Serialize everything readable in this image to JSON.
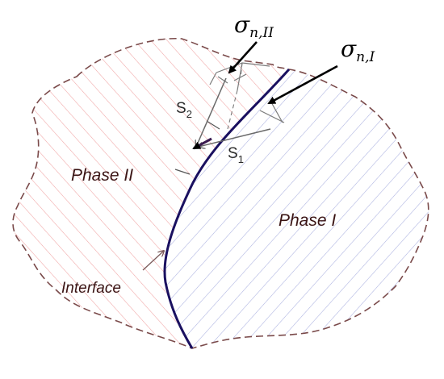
{
  "labels": {
    "phase_ii": "Phase II",
    "phase_i": "Phase I",
    "interface": "Interface",
    "s1_main": "S",
    "s1_sub": "1",
    "s2_main": "S",
    "s2_sub": "2",
    "sigma_ii_main": "σ",
    "sigma_ii_sub": "n,II",
    "sigma_i_main": "σ",
    "sigma_i_sub": "n,I"
  },
  "colors": {
    "phase_ii_hatch": "#f0a3a3",
    "phase_i_hatch": "#aab0e0",
    "boundary": "#7a4a4a",
    "interface_line": "#1a1060",
    "text": "#3a1414",
    "arrow": "#000000",
    "vector": "#7a7a7a"
  }
}
